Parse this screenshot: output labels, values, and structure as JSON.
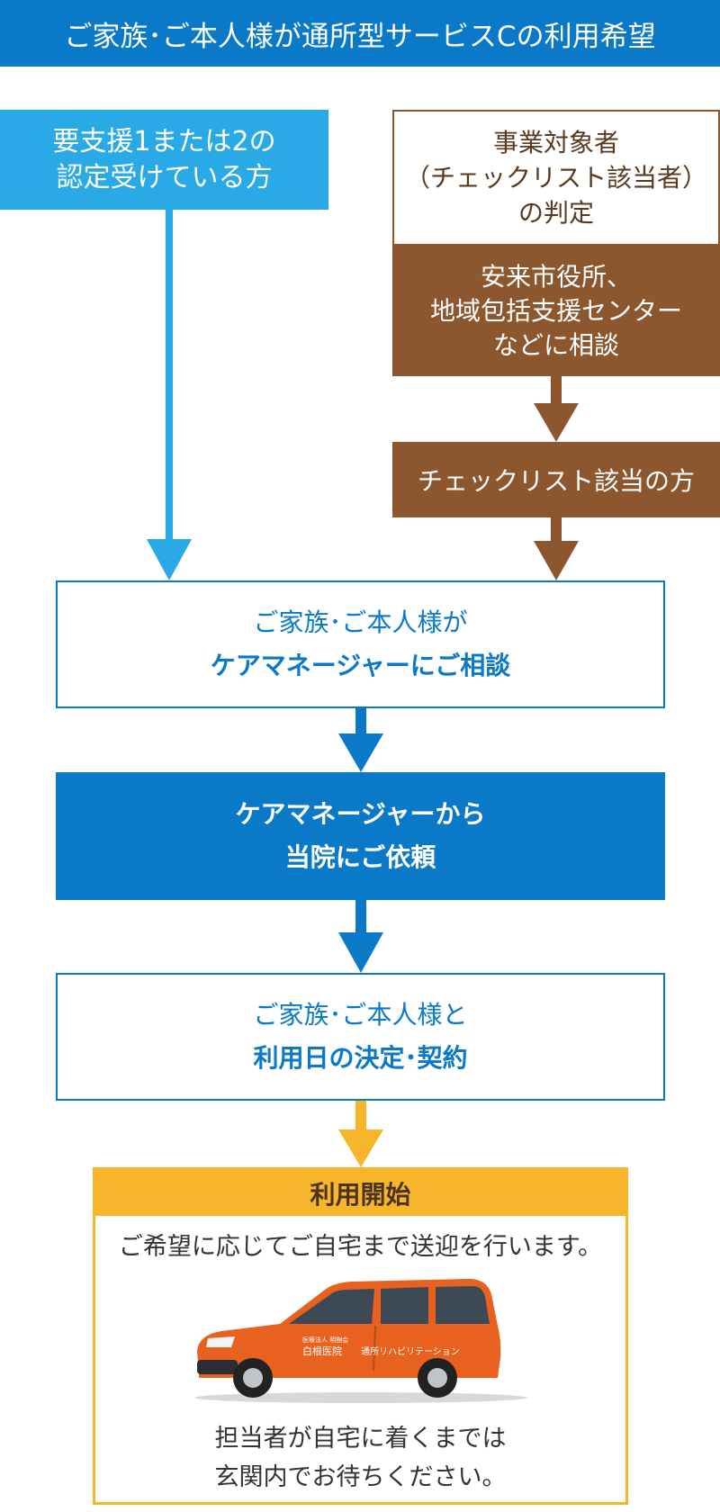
{
  "header": {
    "title": "ご家族･ご本人様が通所型サービスCの利用希望"
  },
  "left_box": {
    "line1": "要支援1または2の",
    "line2": "認定受けている方"
  },
  "right": {
    "judge": {
      "line1": "事業対象者",
      "line2": "（チェックリスト該当者）",
      "line3": "の判定"
    },
    "consult": {
      "line1": "安来市役所、",
      "line2": "地域包括支援センター",
      "line3": "などに相談"
    },
    "checklist": "チェックリスト該当の方"
  },
  "step1": {
    "line1": "ご家族･ご本人様が",
    "line2": "ケアマネージャーにご相談"
  },
  "step2": {
    "line1": "ケアマネージャーから",
    "line2": "当院にご依頼"
  },
  "step3": {
    "line1": "ご家族･ご本人様と",
    "line2": "利用日の決定･契約"
  },
  "start": {
    "title": "利用開始",
    "text1": "ご希望に応じてご自宅まで送迎を行います。",
    "van_sub": "医療法人 明樹会",
    "van_name": "白根医院",
    "van_service": "通所リハビリテーション",
    "text2": "担当者が自宅に着くまでは",
    "text3": "玄関内でお待ちください。"
  },
  "colors": {
    "blue": "#0a79c7",
    "cyan": "#29a9e6",
    "brown": "#8c572f",
    "yellow": "#f6b52b",
    "van": "#e8611f"
  }
}
